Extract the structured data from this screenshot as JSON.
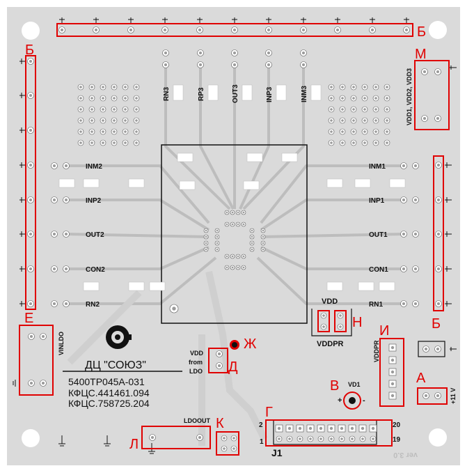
{
  "colors": {
    "board": "#dadada",
    "trace": "#bdbdbd",
    "highlight": "#e00000",
    "silkscreen": "#111111",
    "pad": "#ffffff"
  },
  "markers": {
    "A": "А",
    "B_top": "Б",
    "B_left": "Б",
    "B_right": "Б",
    "V": "В",
    "G": "Г",
    "D": "Д",
    "E": "Е",
    "Zh": "Ж",
    "I": "И",
    "K": "К",
    "L": "Л",
    "M": "М",
    "N": "Н"
  },
  "signals": {
    "top": [
      "RN3",
      "RP3",
      "OUT3",
      "INP3",
      "INM3"
    ],
    "left": [
      "INM2",
      "INP2",
      "OUT2",
      "CON2",
      "RN2"
    ],
    "right": [
      "INM1",
      "INP1",
      "OUT1",
      "CON1",
      "RN1"
    ]
  },
  "labels": {
    "vdd": "VDD",
    "vddpr": "VDDPR",
    "vddpr_vertical": "VDDPR",
    "vinldo": "VINLDO",
    "vdd_from_ldo_1": "VDD",
    "vdd_from_ldo_2": "from",
    "vdd_from_ldo_3": "LDO",
    "ldoout": "LDOOUT",
    "vd1": "VD1",
    "vd1_plus": "+",
    "vd1_minus": "-",
    "supply_11v": "+11 V",
    "vdd_group": "VDD1, VDD2, VDD3",
    "connector": "J1",
    "pin_2": "2",
    "pin_1": "1",
    "pin_20": "20",
    "pin_19": "19",
    "version": "ver 3.0"
  },
  "title_block": {
    "company": "ДЦ \"СОЮЗ\"",
    "part_number": "5400ТР045А-031",
    "doc_1": "КФЦС.441461.094",
    "doc_2": "КФЦС.758725.204"
  },
  "icons": {
    "logo": "soyuz-logo-icon",
    "ground": "ground-symbol-icon"
  }
}
